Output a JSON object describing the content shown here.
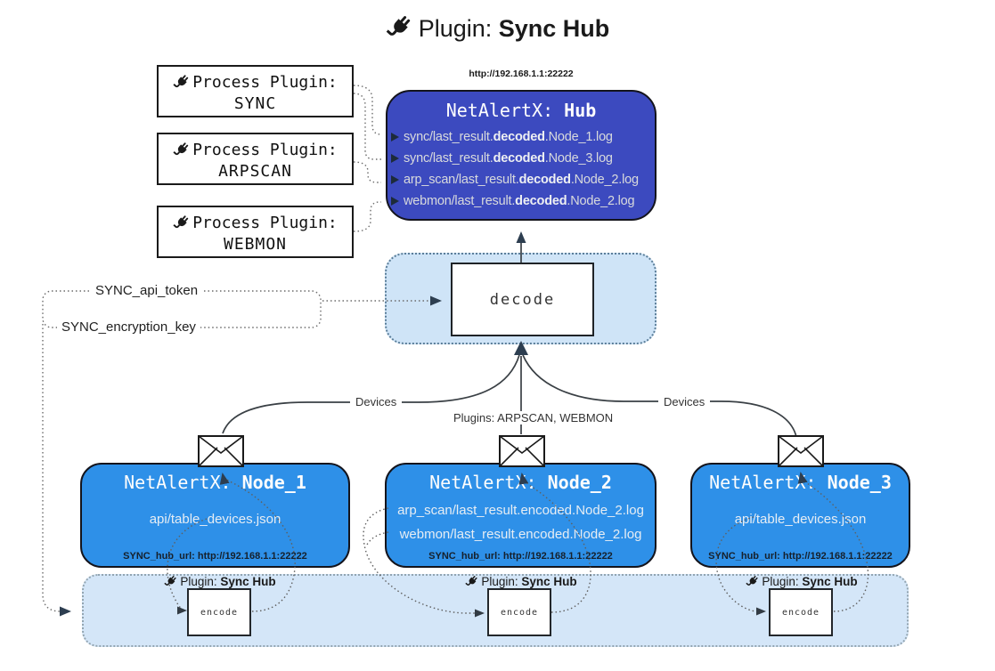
{
  "title": {
    "prefix": "Plugin:",
    "name": "Sync Hub"
  },
  "icons": {
    "plug": "plug-icon",
    "envelope": "envelope-icon",
    "line_arrow": "triangle-right-icon"
  },
  "colors": {
    "hub_bg": "#3c4abf",
    "node_bg": "#2e90e8",
    "panel_bg": "#d2e5f7",
    "panel_border": "#5b7e99",
    "box_border": "#1a1a1a",
    "hub_text": "#d8dadc"
  },
  "process_plugins": [
    {
      "label": "Process Plugin:",
      "name": "SYNC"
    },
    {
      "label": "Process Plugin:",
      "name": "ARPSCAN"
    },
    {
      "label": "Process Plugin:",
      "name": "WEBMON"
    }
  ],
  "hub": {
    "url": "http://192.168.1.1:22222",
    "title_prefix": "NetAlertX:",
    "title_name": "Hub",
    "lines": [
      {
        "pre": "sync/last_result.",
        "bold": "decoded",
        "post": ".Node_1.log"
      },
      {
        "pre": "sync/last_result.",
        "bold": "decoded",
        "post": ".Node_3.log"
      },
      {
        "pre": "arp_scan/last_result.",
        "bold": "decoded",
        "post": ".Node_2.log"
      },
      {
        "pre": "webmon/last_result.",
        "bold": "decoded",
        "post": ".Node_2.log"
      }
    ]
  },
  "decode": {
    "label": "decode"
  },
  "secrets": {
    "api_token": "SYNC_api_token",
    "encryption_key": "SYNC_encryption_key"
  },
  "edges": {
    "devices_left": "Devices",
    "plugins_center": "Plugins: ARPSCAN, WEBMON",
    "devices_right": "Devices"
  },
  "nodes": [
    {
      "title_prefix": "NetAlertX:",
      "title_name": "Node_1",
      "files": [
        "api/table_devices.json"
      ],
      "hub_url": "SYNC_hub_url: http://192.168.1.1:22222",
      "plugin_prefix": "Plugin:",
      "plugin_name": "Sync Hub",
      "encode_label": "encode"
    },
    {
      "title_prefix": "NetAlertX:",
      "title_name": "Node_2",
      "files": [
        "arp_scan/last_result.encoded.Node_2.log",
        "webmon/last_result.encoded.Node_2.log"
      ],
      "hub_url": "SYNC_hub_url: http://192.168.1.1:22222",
      "plugin_prefix": "Plugin:",
      "plugin_name": "Sync Hub",
      "encode_label": "encode"
    },
    {
      "title_prefix": "NetAlertX:",
      "title_name": "Node_3",
      "files": [
        "api/table_devices.json"
      ],
      "hub_url": "SYNC_hub_url: http://192.168.1.1:22222",
      "plugin_prefix": "Plugin:",
      "plugin_name": "Sync Hub",
      "encode_label": "encode"
    }
  ]
}
